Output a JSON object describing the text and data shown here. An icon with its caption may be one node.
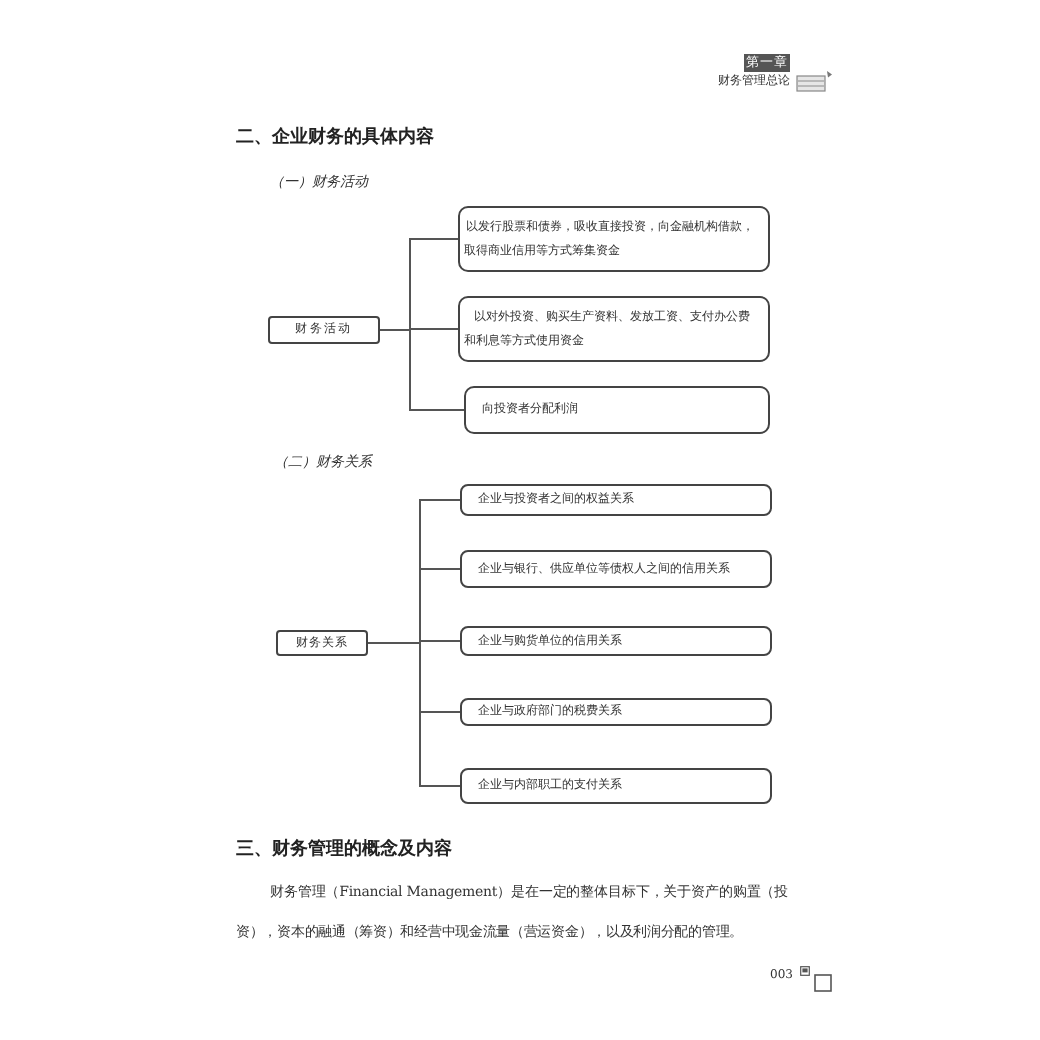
{
  "diagram": {
    "nodes": [
      {
        "text": [
          "财务活动"
        ]
      },
      {
        "text": [
          "以发行股票和债券，吸收直接投资，向金融机构借款，取得商业信用等方式筹集资金"
        ]
      },
      {
        "text": [
          "以对外投资、购买生产资料、发放工资、支付办公费和利息等方式使用资金"
        ]
      },
      {
        "text": [
          "向投资者分配利润"
        ]
      },
      {
        "text": [
          "财务关系"
        ]
      },
      {
        "text": [
          "企业与投资者之间的权益关系"
        ]
      },
      {
        "text": [
          "企业与银行、供应单位等债权人之间的信用关系"
        ]
      },
      {
        "text": [
          "企业与购货单位的信用关系"
        ]
      },
      {
        "text": [
          "企业与政府部门的税费关系"
        ]
      },
      {
        "text": [
          "企业与内部职工的支付关系"
        ]
      }
    ],
    "edges": [
      {
        "from": 0,
        "to": 1,
        "arrow": "none"
      },
      {
        "from": 0,
        "to": 2,
        "arrow": "none"
      },
      {
        "from": 0,
        "to": 3,
        "arrow": "none"
      },
      {
        "from": 4,
        "to": 5,
        "arrow": "none"
      },
      {
        "from": 4,
        "to": 6,
        "arrow": "none"
      },
      {
        "from": 4,
        "to": 7,
        "arrow": "none"
      },
      {
        "from": 4,
        "to": 8,
        "arrow": "none"
      },
      {
        "from": 4,
        "to": 9,
        "arrow": "none"
      }
    ],
    "labels": [
      "第一章",
      "财务管理总论",
      "二、企业财务的具体内容",
      "（一）财务活动",
      "（二）财务关系",
      "三、财务管理的概念及内容",
      "财务管理（Financial Management）是在一定的整体目标下，关于资产的购置（投资），资本的融通（筹资）和经营中现金流量（营运资金），以及利润分配的管理。",
      "003"
    ]
  }
}
